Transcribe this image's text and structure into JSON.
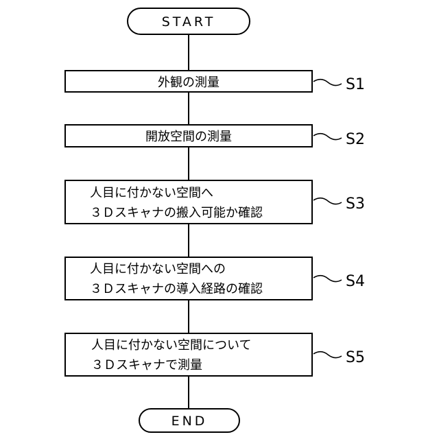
{
  "flowchart": {
    "start": {
      "label": "START"
    },
    "end": {
      "label": "END"
    },
    "steps": [
      {
        "id": "S1",
        "label": "S1",
        "lines": [
          "外観の測量"
        ]
      },
      {
        "id": "S2",
        "label": "S2",
        "lines": [
          "開放空間の測量"
        ]
      },
      {
        "id": "S3",
        "label": "S3",
        "lines": [
          "人目に付かない空間へ",
          "３Ｄスキャナの搬入可能か確認"
        ]
      },
      {
        "id": "S4",
        "label": "S4",
        "lines": [
          "人目に付かない空間への",
          "３Ｄスキャナの導入経路の確認"
        ]
      },
      {
        "id": "S5",
        "label": "S5",
        "lines": [
          "人目に付かない空間について",
          "３Ｄスキャナで測量"
        ]
      }
    ]
  }
}
